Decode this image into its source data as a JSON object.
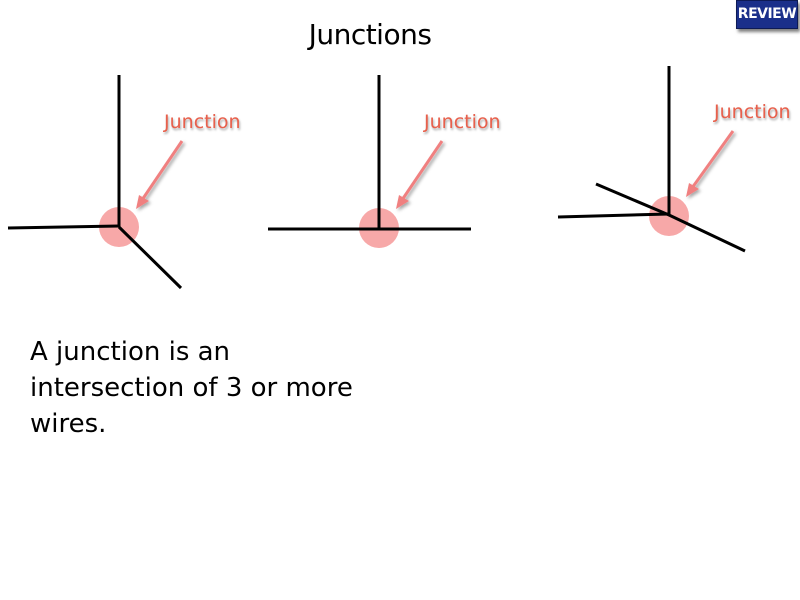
{
  "slide": {
    "title": "Junctions",
    "badge": "REVIEW",
    "body": "A junction is an intersection of 3 or more wires."
  },
  "diagrams": [
    {
      "label": "Junction"
    },
    {
      "label": "Junction"
    },
    {
      "label": "Junction"
    }
  ],
  "colors": {
    "wire": "#000000",
    "junction_highlight": "#f7a8a8",
    "label": "#e8604c",
    "arrow": "#f08080",
    "badge_bg": "#1a2f8a"
  }
}
